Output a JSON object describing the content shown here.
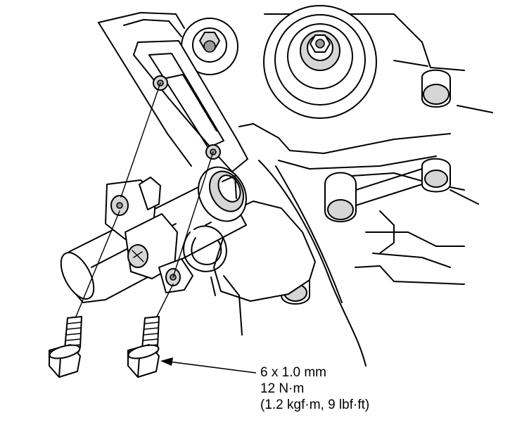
{
  "callout": {
    "thread_spec": "6 x 1.0 mm",
    "torque_nm": "12 N·m",
    "torque_alt": "(1.2 kgf·m, 9 lbf·ft)"
  }
}
